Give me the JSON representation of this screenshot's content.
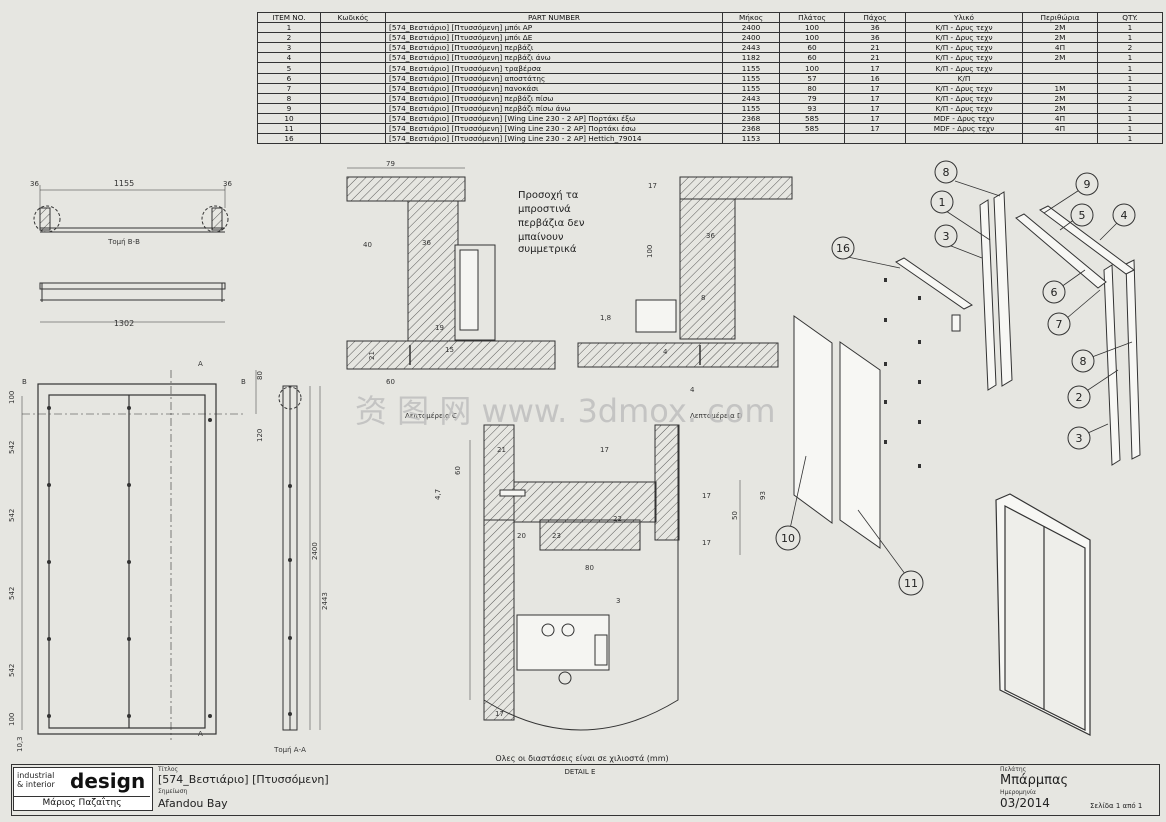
{
  "bom": {
    "headers": [
      "ITEM NO.",
      "Κωδικός",
      "PART NUMBER",
      "Μήκος",
      "Πλάτος",
      "Πάχος",
      "Υλικό",
      "Περιθώρια",
      "QTY."
    ],
    "rows": [
      [
        "1",
        "",
        "[574_Βεστιάριο] [Πτυσσόμενη] μπόι ΑΡ",
        "2400",
        "100",
        "36",
        "Κ/Π - Δρυς τεχν",
        "2Μ",
        "1"
      ],
      [
        "2",
        "",
        "[574_Βεστιάριο] [Πτυσσόμενη] μπόι ΔΕ",
        "2400",
        "100",
        "36",
        "Κ/Π - Δρυς τεχν",
        "2Μ",
        "1"
      ],
      [
        "3",
        "",
        "[574_Βεστιάριο] [Πτυσσόμενη] περβάζι",
        "2443",
        "60",
        "21",
        "Κ/Π - Δρυς τεχν",
        "4Π",
        "2"
      ],
      [
        "4",
        "",
        "[574_Βεστιάριο] [Πτυσσόμενη] περβάζι άνω",
        "1182",
        "60",
        "21",
        "Κ/Π - Δρυς τεχν",
        "2Μ",
        "1"
      ],
      [
        "5",
        "",
        "[574_Βεστιάριο] [Πτυσσόμενη] τραβέρσα",
        "1155",
        "100",
        "17",
        "Κ/Π - Δρυς τεχν",
        "",
        "1"
      ],
      [
        "6",
        "",
        "[574_Βεστιάριο] [Πτυσσόμενη] αποστάτης",
        "1155",
        "57",
        "16",
        "Κ/Π",
        "",
        "1"
      ],
      [
        "7",
        "",
        "[574_Βεστιάριο] [Πτυσσόμενη] πανοκάσι",
        "1155",
        "80",
        "17",
        "Κ/Π - Δρυς τεχν",
        "1Μ",
        "1"
      ],
      [
        "8",
        "",
        "[574_Βεστιάριο] [Πτυσσόμενη] περβάζι πίσω",
        "2443",
        "79",
        "17",
        "Κ/Π - Δρυς τεχν",
        "2Μ",
        "2"
      ],
      [
        "9",
        "",
        "[574_Βεστιάριο] [Πτυσσόμενη] περβάζι πίσω άνω",
        "1155",
        "93",
        "17",
        "Κ/Π - Δρυς τεχν",
        "2Μ",
        "1"
      ],
      [
        "10",
        "",
        "[574_Βεστιάριο] [Πτυσσόμενη] [Wing Line 230 - 2 AP] Πορτάκι έξω",
        "2368",
        "585",
        "17",
        "MDF - Δρυς τεχν",
        "4Π",
        "1"
      ],
      [
        "11",
        "",
        "[574_Βεστιάριο] [Πτυσσόμενη] [Wing Line 230 - 2 AP] Πορτάκι έσω",
        "2368",
        "585",
        "17",
        "MDF - Δρυς τεχν",
        "4Π",
        "1"
      ],
      [
        "16",
        "",
        "[574_Βεστιάριο] [Πτυσσόμενη] [Wing Line 230 - 2 AP] Hettich_79014",
        "1153",
        "",
        "",
        "",
        "",
        "1"
      ]
    ]
  },
  "notes": {
    "warning": [
      "Προσοχή τα",
      "μπροστινά",
      "περβάζια δεν",
      "μπαίνουν",
      "συμμετρικά"
    ],
    "dims_note": "Ολες οι διαστάσεις είναι σε χιλιοστά (mm)",
    "detail_e": "DETAIL E",
    "section_bb": "Τομή Β-Β",
    "section_aa": "Τομή Α-Α",
    "detail_c": "Λεπτομέρεια C",
    "detail_d": "Λεπτομέρεια D",
    "watermark": "资 图 网 www. 3dmox. com"
  },
  "dims": {
    "top_width": "1155",
    "edge_left": "36",
    "edge_right": "36",
    "plan_width": "1302",
    "height_a": "2400",
    "height_b": "2443",
    "v100": "100",
    "v542a": "542",
    "v542b": "542",
    "v542c": "542",
    "v542d": "542",
    "v100b": "100",
    "v10_3": "10,3",
    "v80": "80",
    "v120": "120"
  },
  "callouts": [
    "8",
    "1",
    "3",
    "16",
    "9",
    "5",
    "4",
    "6",
    "7",
    "8",
    "2",
    "3",
    "10",
    "11"
  ],
  "title_block": {
    "logo_line1": "industrial",
    "logo_line2": "& interior",
    "logo_big": "design",
    "logo_name": "Μάριος Παζαΐτης",
    "label_title": "Τίτλος",
    "title": "[574_Βεστιάριο] [Πτυσσόμενη]",
    "label_project": "Σημείωση",
    "project": "Afandou Bay",
    "label_client": "Πελάτης",
    "client": "Μπάρμπας",
    "label_date": "Ημερομηνία",
    "date": "03/2014",
    "page": "Σελίδα 1 από 1"
  }
}
